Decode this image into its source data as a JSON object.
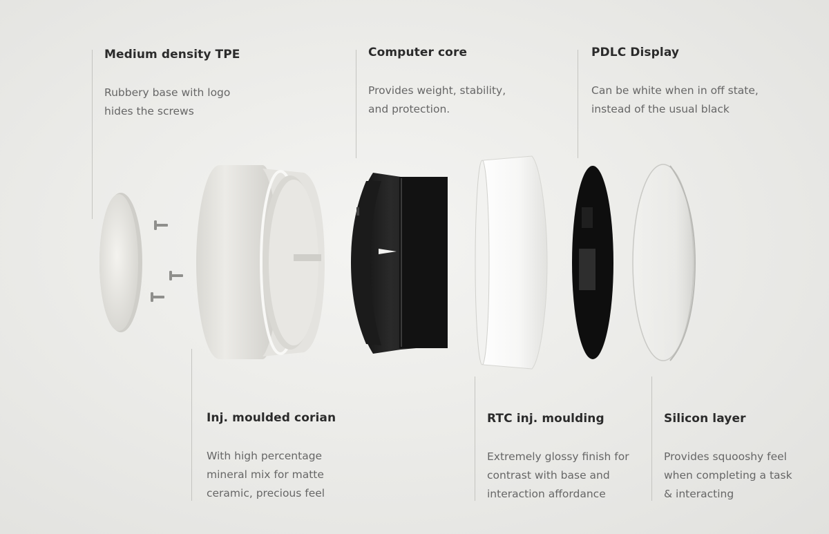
{
  "callouts": {
    "tpe": {
      "title": "Medium density TPE",
      "lines": [
        "Rubbery base with logo",
        "hides the screws"
      ]
    },
    "core": {
      "title": "Computer core",
      "lines": [
        "Provides weight, stability,",
        "and protection."
      ]
    },
    "pdlc": {
      "title": "PDLC Display",
      "lines": [
        "Can be white when in off state,",
        "instead of the usual black"
      ]
    },
    "corian": {
      "title": "Inj. moulded corian",
      "lines": [
        "With high percentage",
        "mineral mix for matte",
        "ceramic, precious feel"
      ]
    },
    "rtc": {
      "title": "RTC inj. moulding",
      "lines": [
        "Extremely glossy finish for",
        "contrast with base and",
        "interaction affordance"
      ]
    },
    "silicon": {
      "title": "Silicon layer",
      "lines": [
        "Provides squooshy feel",
        "when completing a task",
        "& interacting"
      ]
    }
  }
}
